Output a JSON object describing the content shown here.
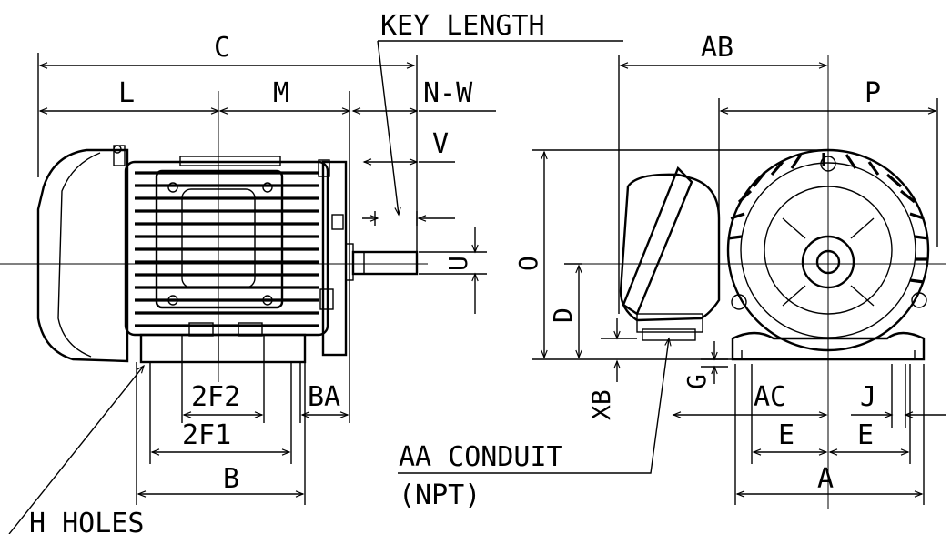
{
  "labels": {
    "C": "C",
    "key_length": "KEY LENGTH",
    "AB": "AB",
    "L": "L",
    "M": "M",
    "N_W": "N-W",
    "P": "P",
    "V": "V",
    "U": "U",
    "O": "O",
    "D": "D",
    "XB": "XB",
    "G": "G",
    "F2": "2F2",
    "BA": "BA",
    "F1": "2F1",
    "B": "B",
    "AC": "AC",
    "J": "J",
    "E_left": "E",
    "E_right": "E",
    "A": "A",
    "aa_conduit": "AA CONDUIT",
    "npt": "(NPT)",
    "h_holes": "H HOLES"
  }
}
